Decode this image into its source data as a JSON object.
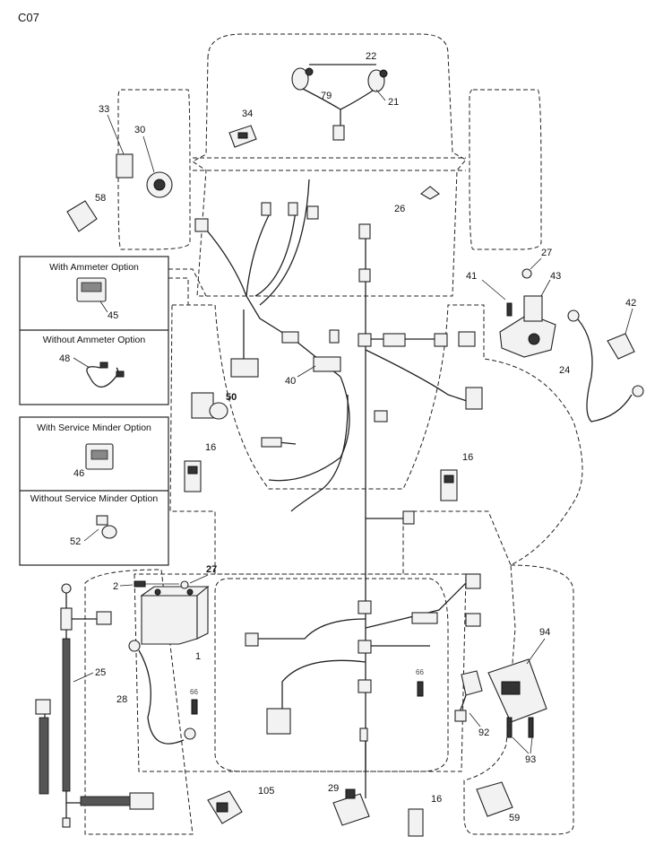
{
  "diagram": {
    "code": "C07",
    "option_boxes": [
      {
        "title": "With Ammeter Option",
        "part": "45"
      },
      {
        "title": "Without Ammeter Option",
        "part": "48"
      },
      {
        "title": "With Service Minder Option",
        "part": "46"
      },
      {
        "title": "Without Service Minder Option",
        "part": "52"
      }
    ],
    "callouts": {
      "p1": "1",
      "p2": "2",
      "p16a": "16",
      "p16b": "16",
      "p16c": "16",
      "p21": "21",
      "p22": "22",
      "p24": "24",
      "p25": "25",
      "p26": "26",
      "p27a": "27",
      "p27b": "27",
      "p28": "28",
      "p29": "29",
      "p30": "30",
      "p33": "33",
      "p34": "34",
      "p40": "40",
      "p41": "41",
      "p42": "42",
      "p43": "43",
      "p50": "50",
      "p58": "58",
      "p59": "59",
      "p66a": "66",
      "p66b": "66",
      "p79": "79",
      "p92": "92",
      "p93": "93",
      "p94": "94",
      "p105": "105"
    }
  }
}
